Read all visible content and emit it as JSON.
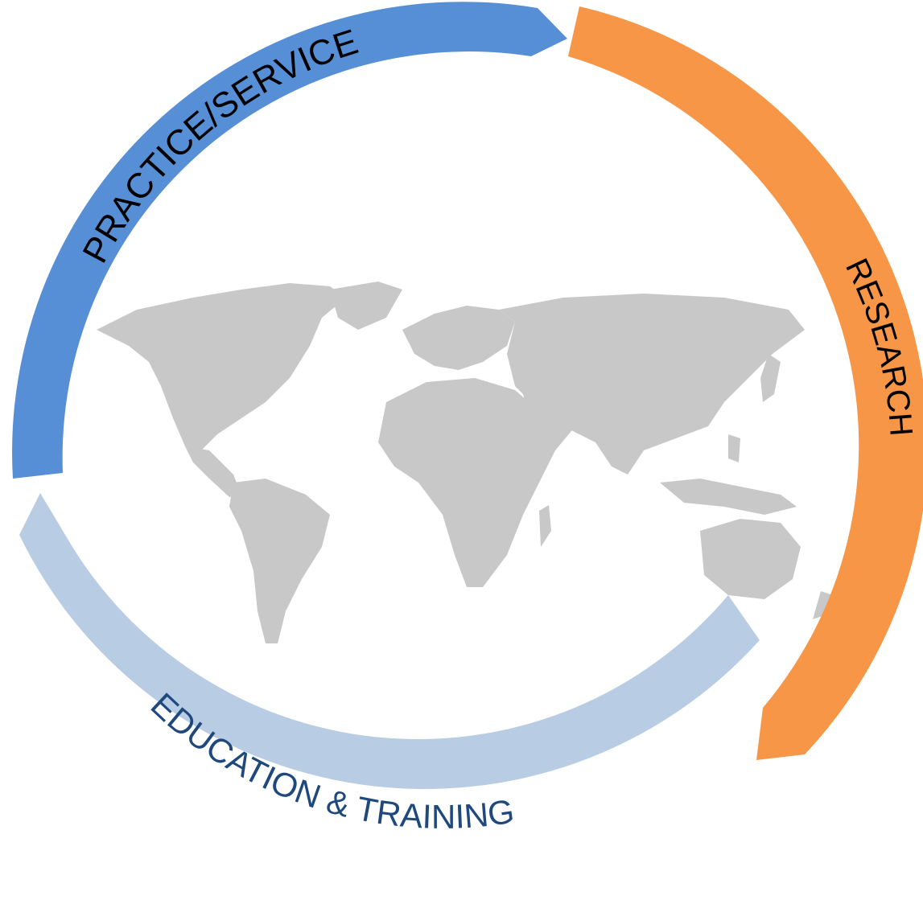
{
  "segments": [
    {
      "id": "practice",
      "label": "PRACTICE/SERVICE",
      "fill": "#578fd6",
      "text_color": "#000000"
    },
    {
      "id": "research",
      "label": "RESEARCH",
      "fill": "#f79646",
      "text_color": "#000000"
    },
    {
      "id": "education",
      "label": "EDUCATION & TRAINING",
      "fill": "#b8cce4",
      "text_color": "#1f497d"
    }
  ],
  "map": {
    "fill": "#c8c8c8"
  }
}
